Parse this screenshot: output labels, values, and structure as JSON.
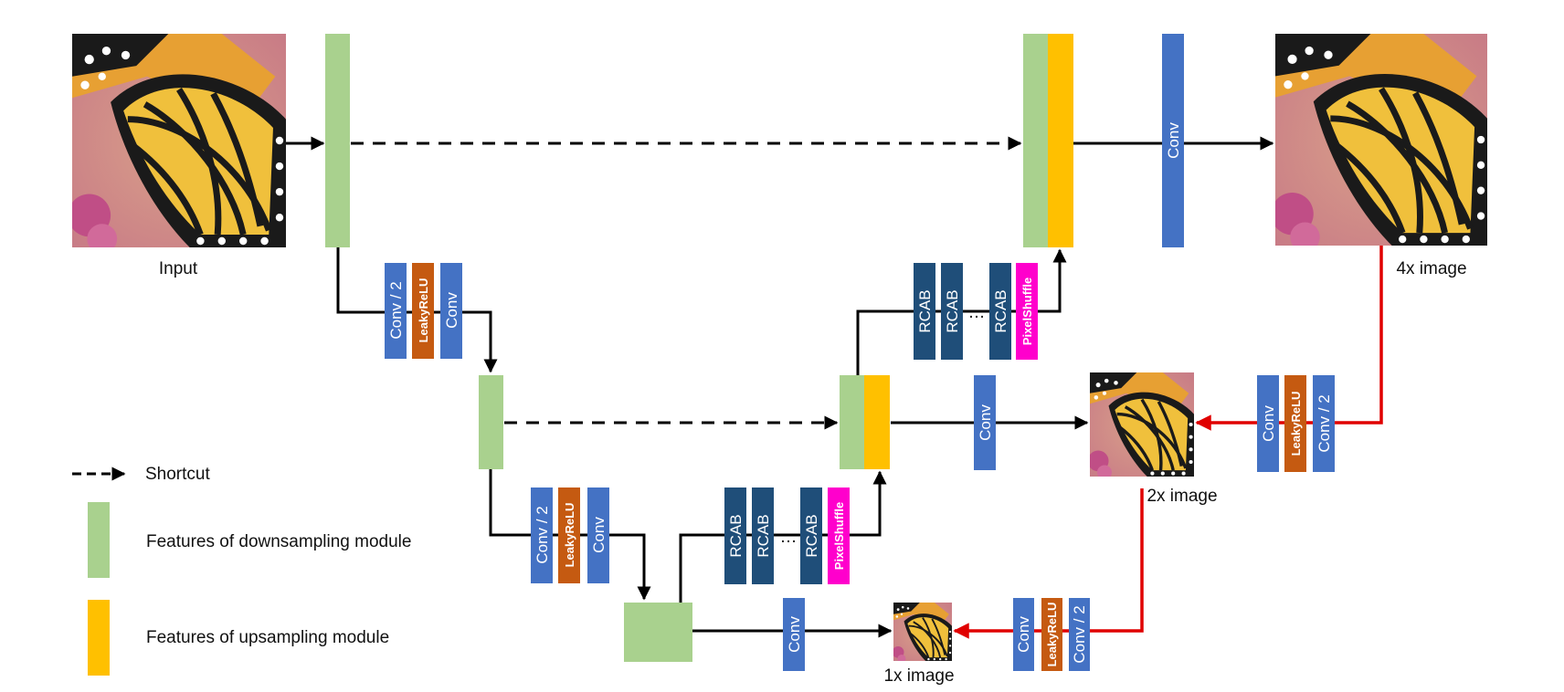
{
  "labels": {
    "input": "Input",
    "out_4x": "4x image",
    "out_2x": "2x image",
    "out_1x": "1x image"
  },
  "blocks": {
    "conv": "Conv",
    "conv_half": "Conv / 2",
    "leaky_relu": "LeakyReLU",
    "rcab": "RCAB",
    "pixel_shuffle": "PixelShuffle",
    "ellipsis": "…"
  },
  "legend": {
    "shortcut": "Shortcut",
    "downsampling": "Features of downsampling module",
    "upsampling": "Features of upsampling module"
  },
  "colors": {
    "down_feature": "#a9d18e",
    "up_feature": "#ffc000",
    "conv": "#4472c4",
    "rcab": "#1f4e79",
    "leaky_relu": "#c55a11",
    "pixel_shuffle": "#ff00cc",
    "arrow": "#000000",
    "red_path": "#e00000"
  }
}
